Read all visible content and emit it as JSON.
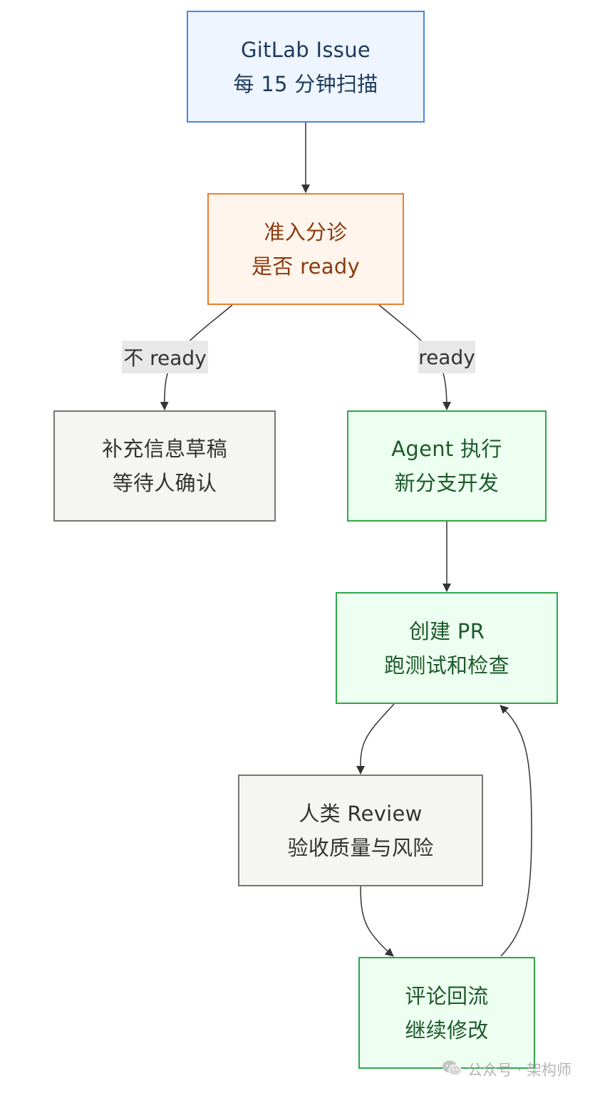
{
  "colors": {
    "blue_fill": "#eef5ff",
    "blue_stroke": "#4a86e8",
    "blue_text": "#1c3a5e",
    "orange_fill": "#fff5ec",
    "orange_stroke": "#ed7d31",
    "orange_text": "#8b3a0e",
    "green_fill": "#edfff0",
    "green_stroke": "#2ea84a",
    "green_text": "#1c5a2a",
    "gray_fill": "#f5f5f3",
    "gray_stroke": "#7a7570",
    "gray_text": "#333333",
    "edge": "#333333"
  },
  "nodes": {
    "gitlab_issue": {
      "line1": "GitLab Issue",
      "line2": "每 15 分钟扫描"
    },
    "triage": {
      "line1": "准入分诊",
      "line2": "是否 ready"
    },
    "draft": {
      "line1": "补充信息草稿",
      "line2": "等待人确认"
    },
    "agent": {
      "line1": "Agent 执行",
      "line2": "新分支开发"
    },
    "pr": {
      "line1": "创建 PR",
      "line2": "跑测试和检查"
    },
    "review": {
      "line1": "人类 Review",
      "line2": "验收质量与风险"
    },
    "feedback": {
      "line1": "评论回流",
      "line2": "继续修改"
    }
  },
  "edge_labels": {
    "not_ready": "不 ready",
    "ready": "ready"
  },
  "watermark": {
    "icon": "wechat-icon",
    "text": "公众号 · 架构师"
  }
}
